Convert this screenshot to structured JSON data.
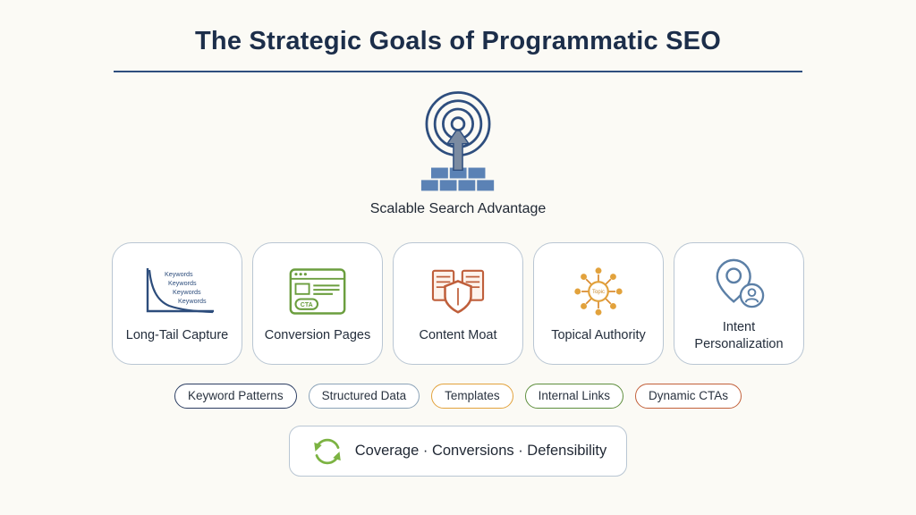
{
  "title": "The Strategic Goals of Programmatic SEO",
  "center": {
    "label": "Scalable Search Advantage",
    "icon": "target-arrow-foundation-icon"
  },
  "cards": [
    {
      "label": "Long-Tail Capture",
      "icon": "long-tail-keywords-chart-icon",
      "accent": "#2d4d7c"
    },
    {
      "label": "Conversion Pages",
      "icon": "conversion-page-cta-icon",
      "accent": "#6b9e3e"
    },
    {
      "label": "Content Moat",
      "icon": "content-shield-documents-icon",
      "accent": "#bf5f3b"
    },
    {
      "label": "Topical Authority",
      "icon": "topic-hub-spokes-icon",
      "accent": "#e2a23c"
    },
    {
      "label": "Intent Personalization",
      "icon": "location-pin-person-icon",
      "accent": "#5b7fa6"
    }
  ],
  "icon_text": {
    "keywords": "Keywords",
    "cta": "CTA",
    "topic": "Topic"
  },
  "pills": [
    {
      "label": "Keyword Patterns",
      "border": "#2c3e63"
    },
    {
      "label": "Structured Data",
      "border": "#8ba3b8"
    },
    {
      "label": "Templates",
      "border": "#e2a23c"
    },
    {
      "label": "Internal Links",
      "border": "#5f8f3e"
    },
    {
      "label": "Dynamic CTAs",
      "border": "#c2603a"
    }
  ],
  "footer": {
    "label": "Coverage · Conversions · Defensibility",
    "icon": "cycle-arrows-icon"
  },
  "colors": {
    "background": "#fbfaf5",
    "title": "#1c2e4a",
    "rule": "#2e4e7e",
    "card_border": "#b9c6d3",
    "brick_fill": "#5b82b5",
    "arrow_fill": "#7b8ba1",
    "cycle_green": "#7cb342"
  }
}
